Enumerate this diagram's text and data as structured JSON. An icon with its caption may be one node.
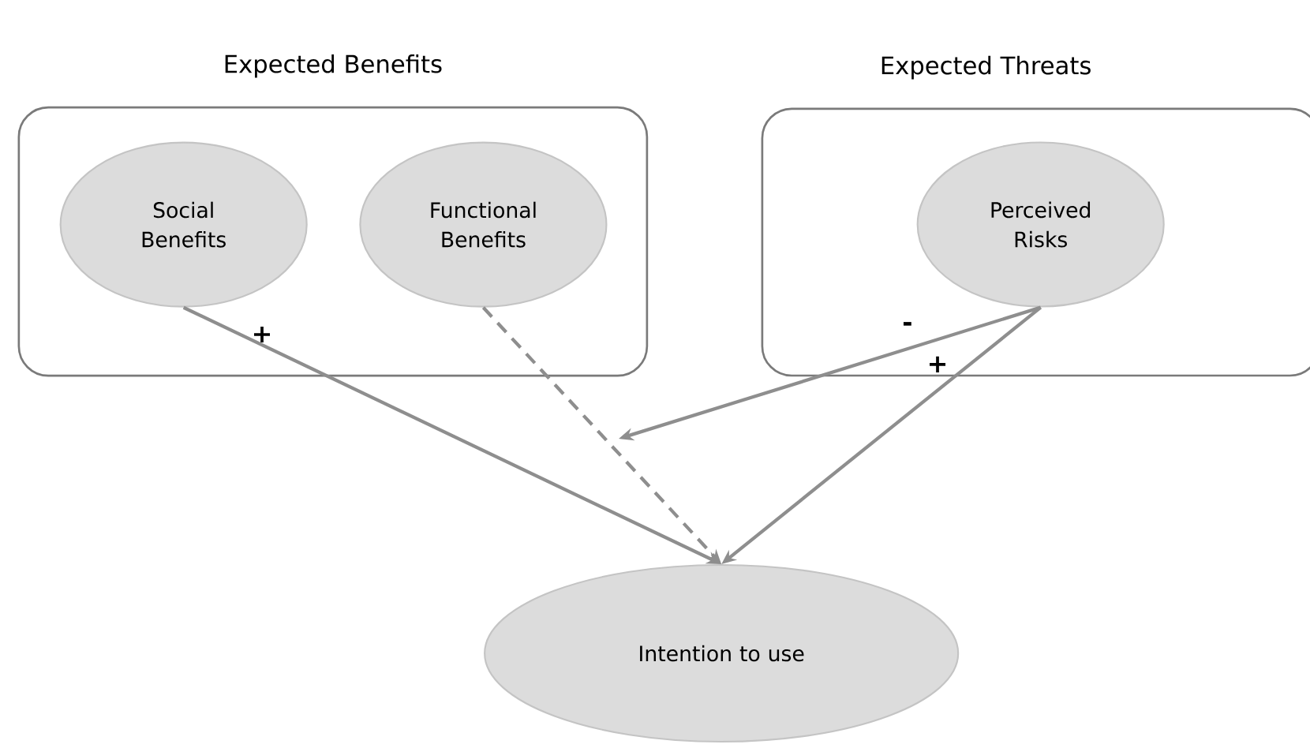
{
  "diagram": {
    "nodes": [
      {
        "text": [
          "Expected Benefits"
        ]
      },
      {
        "text": [
          "Social Benefits"
        ],
        "in": 0
      },
      {
        "text": [
          "Functional Benefits"
        ],
        "in": 0
      },
      {
        "text": [
          "Expected Threats"
        ]
      },
      {
        "text": [
          "Perceived Risks"
        ],
        "in": 3
      },
      {
        "text": [
          "Intention to use"
        ]
      }
    ],
    "edges": [
      {
        "from": 1,
        "to": 5,
        "arrow": "to",
        "label": "+"
      },
      {
        "from": 2,
        "to": 5,
        "arrow": "to",
        "style": "dashed"
      },
      {
        "from": 4,
        "to": null,
        "arrow": "to",
        "label": "-"
      },
      {
        "from": 4,
        "to": 5,
        "arrow": "to",
        "label": "+"
      }
    ]
  }
}
